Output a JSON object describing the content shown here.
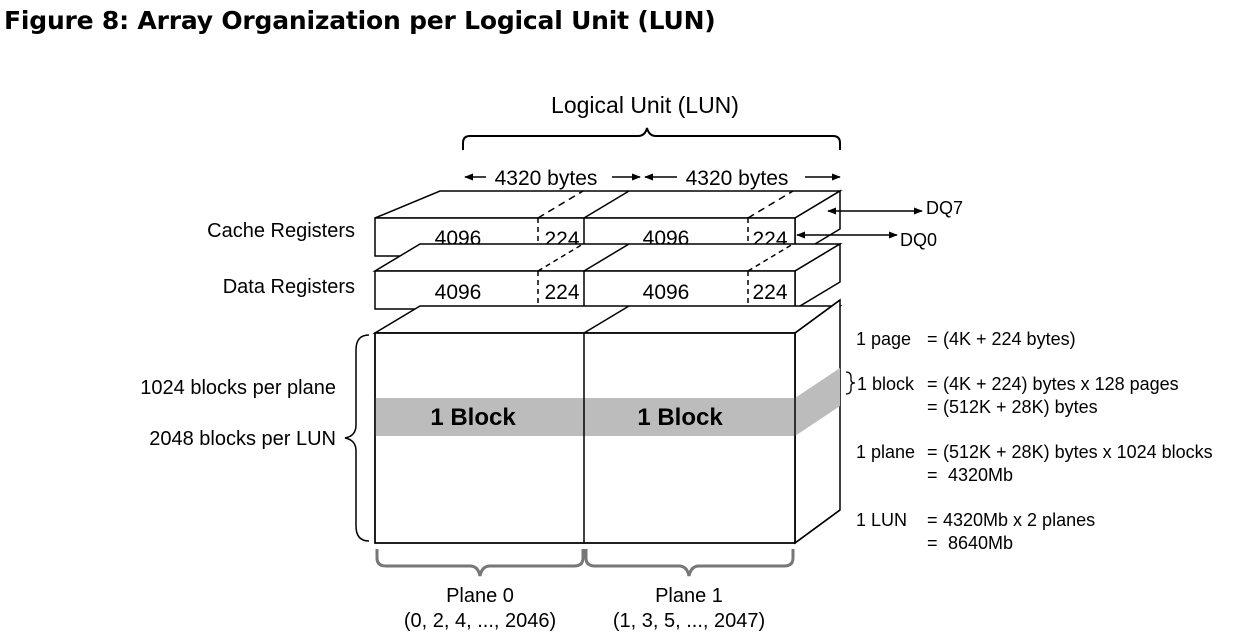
{
  "title": "Figure 8: Array Organization per Logical Unit (LUN)",
  "lun_label": "Logical Unit (LUN)",
  "width_labels": [
    "4320 bytes",
    "4320 bytes"
  ],
  "registers": [
    {
      "label": "Cache Registers",
      "cells": [
        "4096",
        "224",
        "4096",
        "224"
      ]
    },
    {
      "label": "Data Registers",
      "cells": [
        "4096",
        "224",
        "4096",
        "224"
      ]
    }
  ],
  "dq": {
    "top": "DQ7",
    "bottom": "DQ0"
  },
  "left_labels": {
    "per_plane": "1024 blocks per plane",
    "per_lun": "2048 blocks per LUN"
  },
  "block_labels": [
    "1 Block",
    "1 Block"
  ],
  "planes": [
    {
      "name": "Plane 0",
      "blocks": "(0, 2, 4, ..., 2046)"
    },
    {
      "name": "Plane 1",
      "blocks": "(1, 3, 5, ..., 2047)"
    }
  ],
  "definitions": {
    "page": [
      "1 page",
      "=",
      "(4K + 224 bytes)"
    ],
    "block": [
      "1 block",
      "=",
      "(4K + 224) bytes x 128 pages",
      "=",
      "(512K + 28K) bytes"
    ],
    "plane": [
      "1 plane",
      "=",
      "(512K + 28K) bytes x 1024 blocks",
      "=",
      "4320Mb"
    ],
    "lun": [
      "1 LUN",
      "=",
      "4320Mb x 2 planes",
      "=",
      "8640Mb"
    ]
  },
  "colors": {
    "block_band": "#bcbcbc",
    "line": "#000000",
    "brace_gray": "#777777"
  }
}
